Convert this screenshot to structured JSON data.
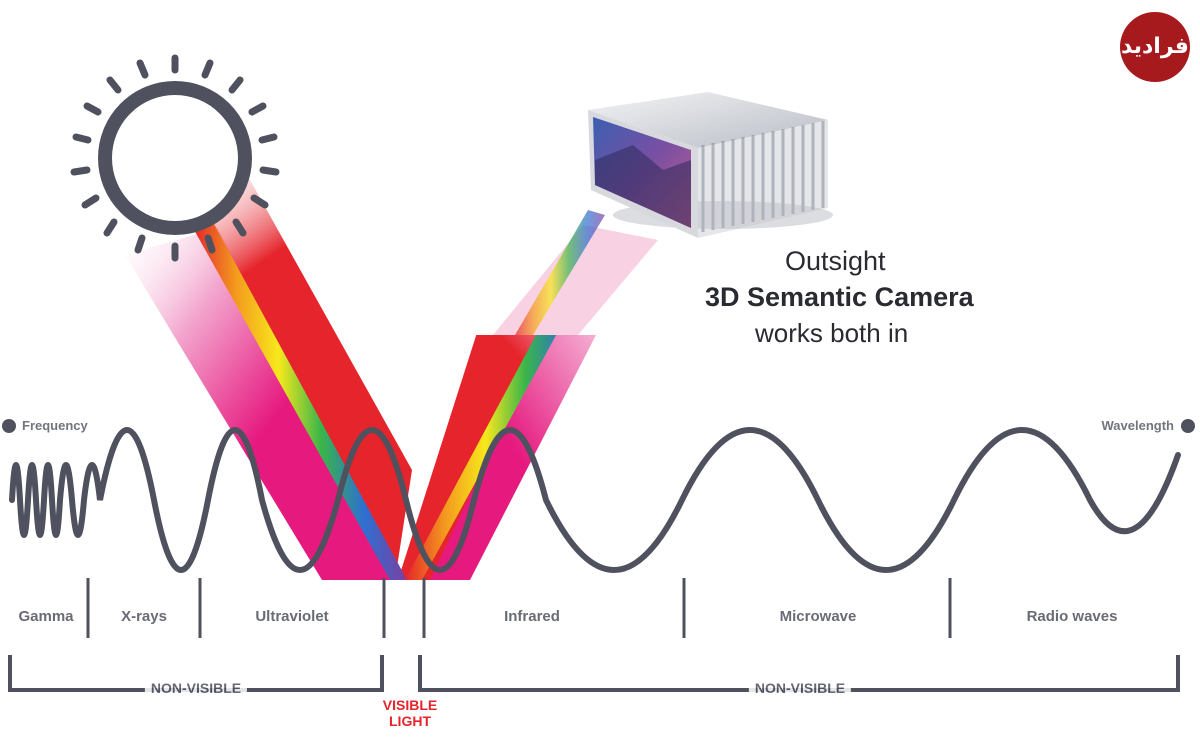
{
  "spectrum": {
    "left_corner_label": "Frequency",
    "right_corner_label": "Wavelength",
    "bands": [
      "Gamma",
      "X-rays",
      "Ultraviolet",
      "Infrared",
      "Microwave",
      "Radio waves"
    ],
    "left_region_label": "NON-VISIBLE",
    "right_region_label": "NON-VISIBLE",
    "visible_label_line1": "VISIBLE",
    "visible_label_line2": "LIGHT"
  },
  "camera_card": {
    "brand": "Outsight",
    "product": "3D Semantic Camera",
    "tagline": "works both in"
  },
  "logo_text": "فرادید",
  "colors": {
    "wave": "#4f525e",
    "beam_red": "#e5242b",
    "beam_magenta": "#e6197f",
    "visible_label": "#e5242b",
    "logo_bg": "#a6191d"
  },
  "icons": [
    "sun-icon",
    "camera-device-icon",
    "frequency-icon",
    "wavelength-icon"
  ]
}
